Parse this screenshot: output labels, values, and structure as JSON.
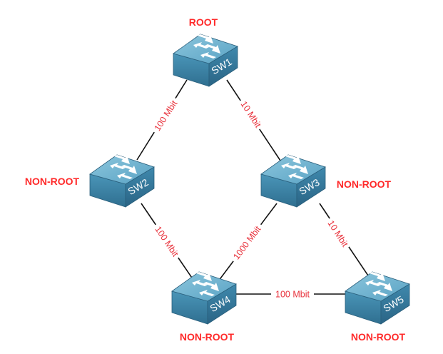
{
  "colors": {
    "role_label": "#ff2a2a",
    "link_label": "#e8323c",
    "switch_top": "#6fb3cf",
    "switch_side": "#3d86a8",
    "link": "#111111"
  },
  "switches": [
    {
      "id": "sw1",
      "label": "SW1",
      "role": "ROOT"
    },
    {
      "id": "sw2",
      "label": "SW2",
      "role": "NON-ROOT"
    },
    {
      "id": "sw3",
      "label": "SW3",
      "role": "NON-ROOT"
    },
    {
      "id": "sw4",
      "label": "SW4",
      "role": "NON-ROOT"
    },
    {
      "id": "sw5",
      "label": "SW5",
      "role": "NON-ROOT"
    }
  ],
  "links": [
    {
      "from": "SW1",
      "to": "SW2",
      "bandwidth": "100 Mbit"
    },
    {
      "from": "SW1",
      "to": "SW3",
      "bandwidth": "10 Mbit"
    },
    {
      "from": "SW2",
      "to": "SW4",
      "bandwidth": "100 Mbit"
    },
    {
      "from": "SW3",
      "to": "SW4",
      "bandwidth": "1000 Mbit"
    },
    {
      "from": "SW3",
      "to": "SW5",
      "bandwidth": "10 Mbit"
    },
    {
      "from": "SW4",
      "to": "SW5",
      "bandwidth": "100 Mbit"
    }
  ]
}
